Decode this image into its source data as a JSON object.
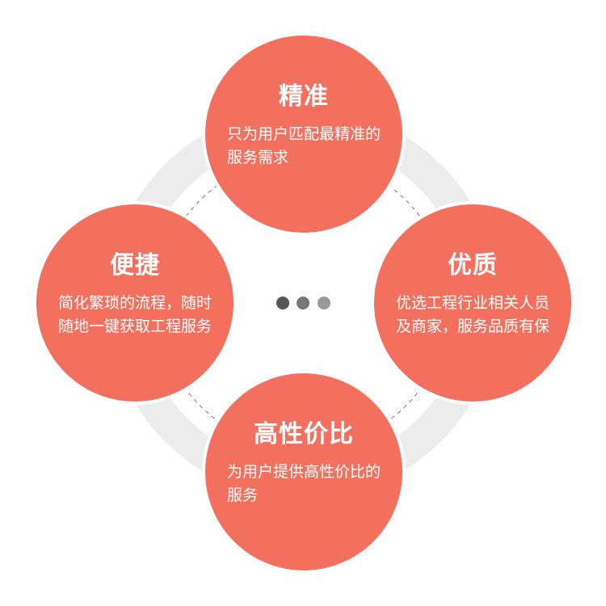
{
  "items": [
    {
      "title": "精准",
      "desc": "只为用户匹配最精准的服务需求"
    },
    {
      "title": "便捷",
      "desc": "简化繁琐的流程，随时随地一键获取工程服务"
    },
    {
      "title": "优质",
      "desc": "优选工程行业相关人员及商家，服务品质有保"
    },
    {
      "title": "高性价比",
      "desc": "为用户提供高性价比的服务"
    }
  ],
  "colors": {
    "accent": "#f3705f",
    "ring": "#ececec",
    "dots": [
      "#555555",
      "#777777",
      "#999999"
    ]
  }
}
